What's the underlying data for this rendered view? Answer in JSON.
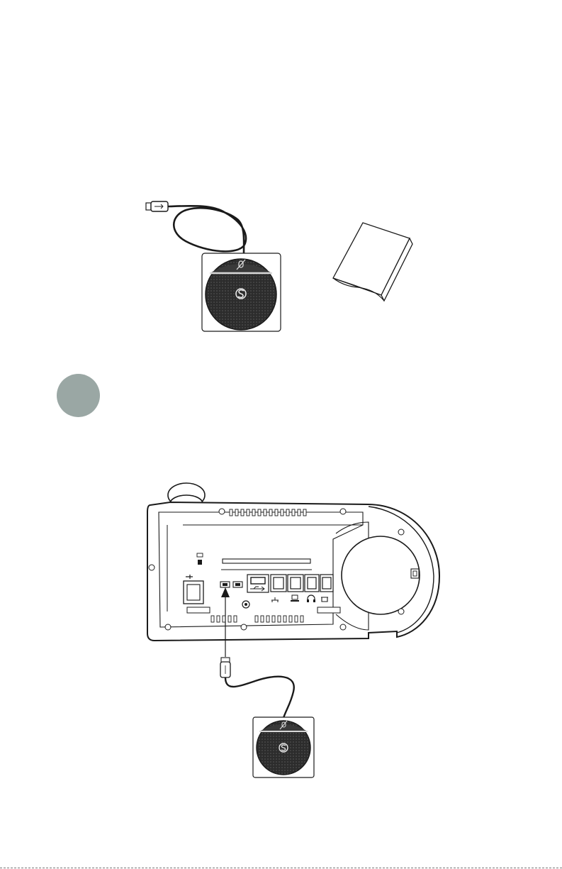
{
  "page": {
    "background": "#ffffff",
    "line_color": "#1a1a1a",
    "grille_color": "#2e2e2e",
    "step_badge_color": "#9aa7a4",
    "step_badge_label": ""
  },
  "package_contents": {
    "items": [
      {
        "name": "usb-microphone",
        "icon": "microphone-icon"
      },
      {
        "name": "quick-start-guide",
        "icon": "booklet-icon"
      }
    ]
  },
  "connection_diagram": {
    "device": "ip-phone-rear-view",
    "port_icons": [
      "usb-icon",
      "network-icon",
      "computer-icon",
      "headset-icon",
      "handset-icon",
      "lock-icon",
      "power-icon"
    ],
    "accessory": "usb-microphone"
  }
}
